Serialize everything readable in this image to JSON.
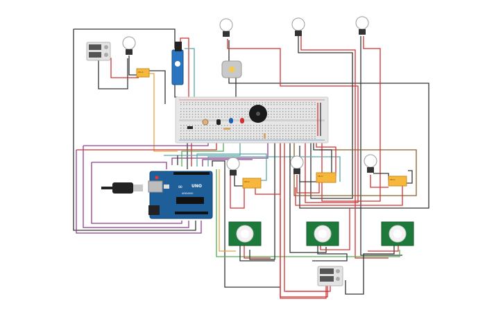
{
  "arduino": {
    "logo": "∞",
    "brand": "UNO",
    "sub": "ARDUINO"
  },
  "relays": [
    {
      "label": "RELAY"
    },
    {
      "label": "RELAY"
    },
    {
      "label": "RELAY"
    },
    {
      "label": "RELAY"
    }
  ],
  "colors": {
    "wire_black": "#333333",
    "wire_red": "#d32f2f",
    "wire_purple": "#8e3b8e",
    "wire_teal": "#5aa6a6",
    "wire_orange": "#e8a33d",
    "wire_green": "#4caf50",
    "wire_brown": "#8b5a2b",
    "board_blue": "#1f5f99",
    "pir_green": "#1d7a3a",
    "relay_yellow": "#f6b73c",
    "breadboard": "#e6e6e6"
  }
}
